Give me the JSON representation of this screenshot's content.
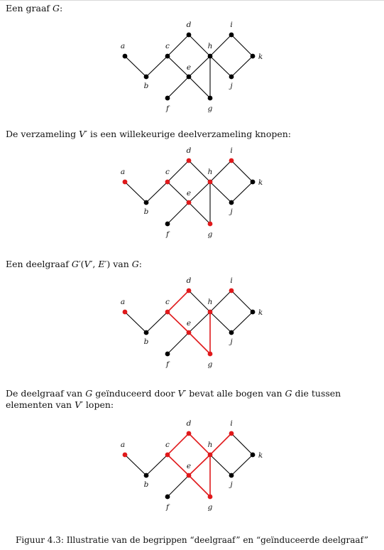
{
  "paragraphs": [
    {
      "parts": [
        {
          "t": "Een graaf "
        },
        {
          "t": "G",
          "i": true
        },
        {
          "t": ":"
        }
      ]
    },
    {
      "parts": [
        {
          "t": "De verzameling "
        },
        {
          "t": "V′",
          "i": true
        },
        {
          "t": " is een willekeurige deelverzameling knopen:"
        }
      ]
    },
    {
      "parts": [
        {
          "t": "Een deelgraaf "
        },
        {
          "t": "G′",
          "i": true
        },
        {
          "t": "("
        },
        {
          "t": "V′",
          "i": true
        },
        {
          "t": ", "
        },
        {
          "t": "E′",
          "i": true
        },
        {
          "t": ") van "
        },
        {
          "t": "G",
          "i": true
        },
        {
          "t": ":"
        }
      ]
    },
    {
      "parts": [
        {
          "t": "De deelgraaf van "
        },
        {
          "t": "G",
          "i": true
        },
        {
          "t": " geïnduceerd door "
        },
        {
          "t": "V′",
          "i": true
        },
        {
          "t": " bevat alle bogen van "
        },
        {
          "t": "G",
          "i": true
        },
        {
          "t": " die tussen elementen van "
        },
        {
          "t": "V′",
          "i": true
        },
        {
          "t": " lopen:"
        }
      ]
    }
  ],
  "nodes": [
    "a",
    "b",
    "c",
    "d",
    "e",
    "f",
    "g",
    "h",
    "i",
    "j",
    "k"
  ],
  "edges": [
    [
      "a",
      "b"
    ],
    [
      "b",
      "c"
    ],
    [
      "c",
      "d"
    ],
    [
      "c",
      "e"
    ],
    [
      "d",
      "h"
    ],
    [
      "e",
      "h"
    ],
    [
      "e",
      "f"
    ],
    [
      "e",
      "g"
    ],
    [
      "h",
      "g"
    ],
    [
      "h",
      "i"
    ],
    [
      "h",
      "j"
    ],
    [
      "i",
      "k"
    ],
    [
      "j",
      "k"
    ]
  ],
  "colors": {
    "black": "#000000",
    "red": "#e0191b"
  },
  "graphs": [
    {
      "red_nodes": [],
      "red_edges": []
    },
    {
      "red_nodes": [
        "a",
        "c",
        "d",
        "e",
        "g",
        "h",
        "i"
      ],
      "red_edges": []
    },
    {
      "red_nodes": [
        "a",
        "c",
        "d",
        "e",
        "g",
        "h",
        "i"
      ],
      "red_edges": [
        [
          "c",
          "d"
        ],
        [
          "c",
          "e"
        ],
        [
          "e",
          "g"
        ],
        [
          "h",
          "g"
        ]
      ]
    },
    {
      "red_nodes": [
        "a",
        "c",
        "d",
        "e",
        "g",
        "h",
        "i"
      ],
      "red_edges": [
        [
          "c",
          "d"
        ],
        [
          "c",
          "e"
        ],
        [
          "d",
          "h"
        ],
        [
          "e",
          "h"
        ],
        [
          "e",
          "g"
        ],
        [
          "h",
          "g"
        ],
        [
          "h",
          "i"
        ]
      ]
    }
  ],
  "caption": "Figuur 4.3: Illustratie van de begrippen “deelgraaf” en “geïnduceerde deelgraaf”"
}
